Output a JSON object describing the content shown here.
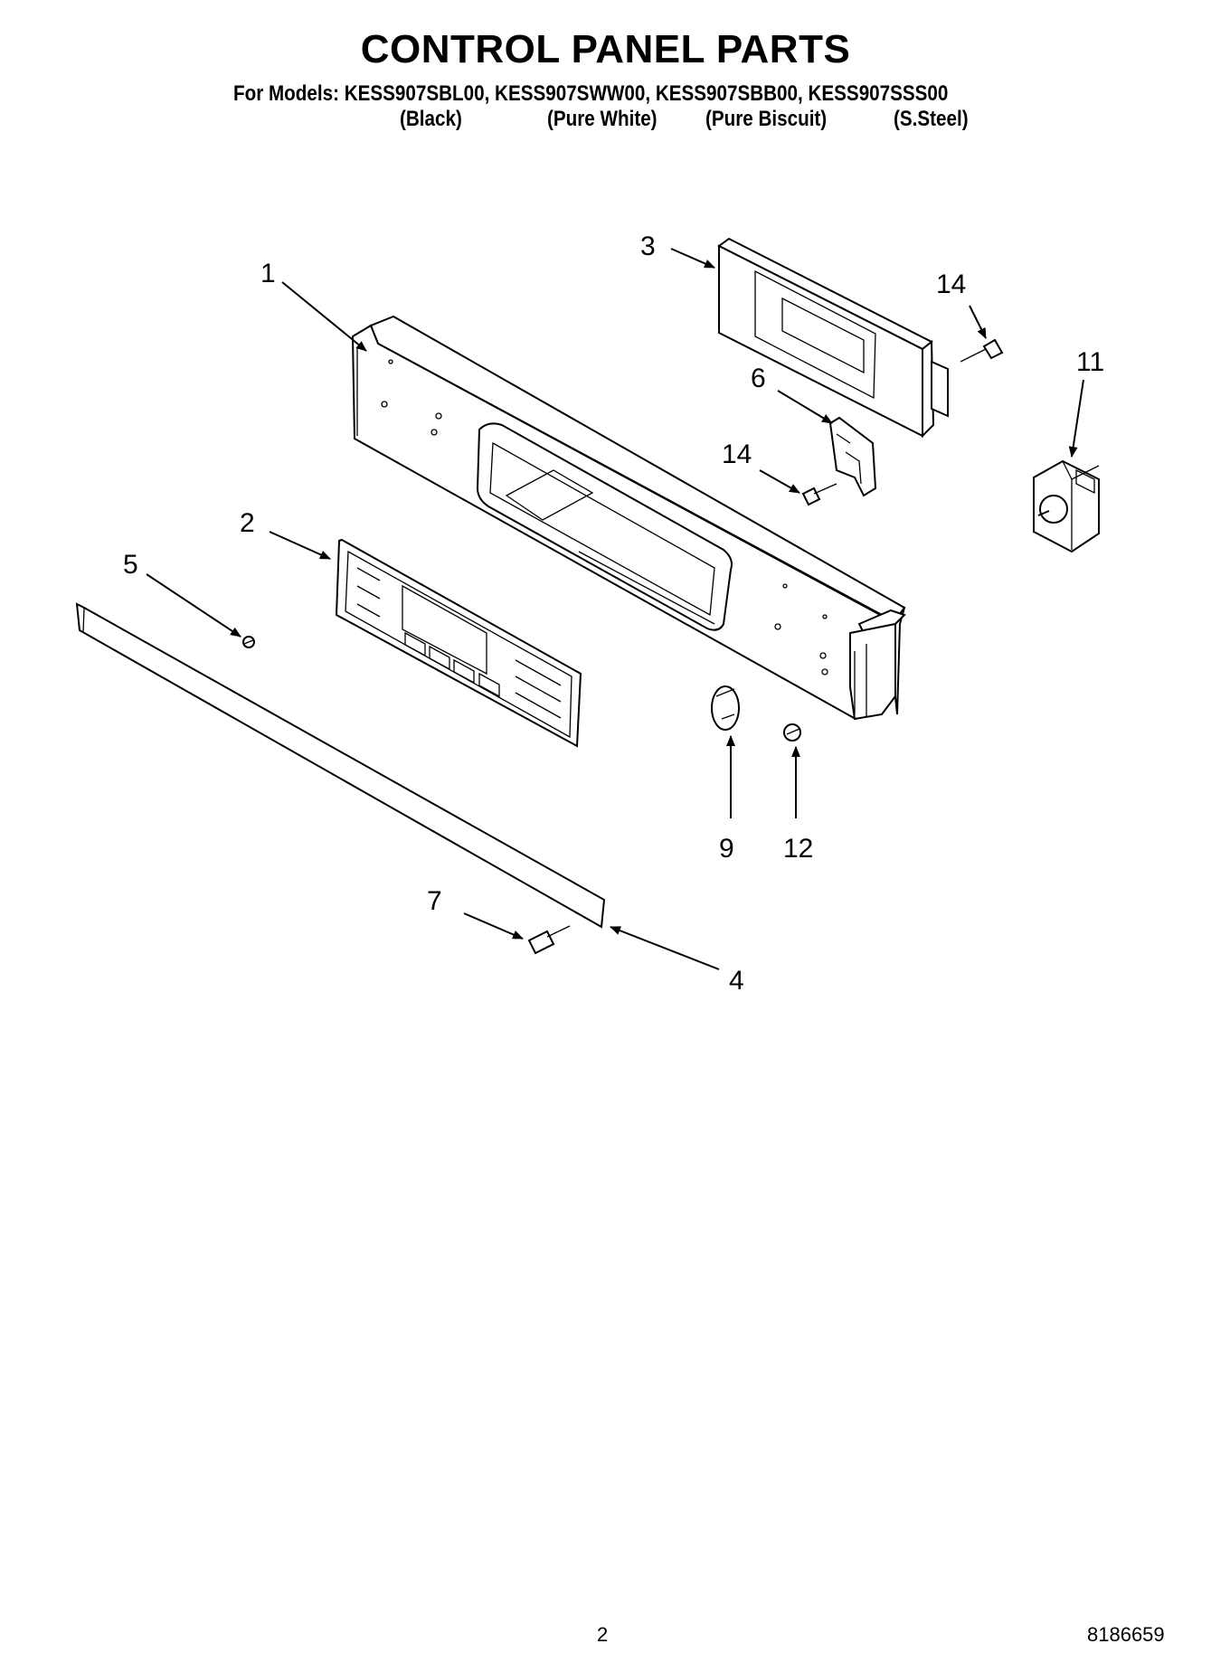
{
  "header": {
    "title": "CONTROL PANEL PARTS",
    "models_line": "For Models: KESS907SBL00, KESS907SWW00, KESS907SBB00, KESS907SSS00",
    "variants": [
      "(Black)",
      "(Pure White)",
      "(Pure Biscuit)",
      "(S.Steel)"
    ]
  },
  "callouts": {
    "c1": "1",
    "c2": "2",
    "c3": "3",
    "c4": "4",
    "c5": "5",
    "c6": "6",
    "c7": "7",
    "c9": "9",
    "c11": "11",
    "c12": "12",
    "c14a": "14",
    "c14b": "14"
  },
  "footer": {
    "page_number": "2",
    "doc_number": "8186659"
  }
}
